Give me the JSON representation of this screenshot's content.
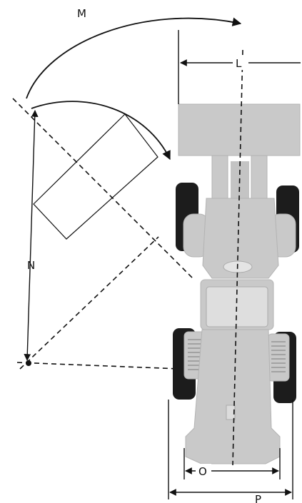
{
  "labels": {
    "M": "M",
    "L": "L",
    "N": "N",
    "O": "O",
    "P": "P"
  },
  "colors": {
    "vehicle": "#c9c9c9",
    "tire": "#1c1c1c",
    "line": "#111111"
  }
}
